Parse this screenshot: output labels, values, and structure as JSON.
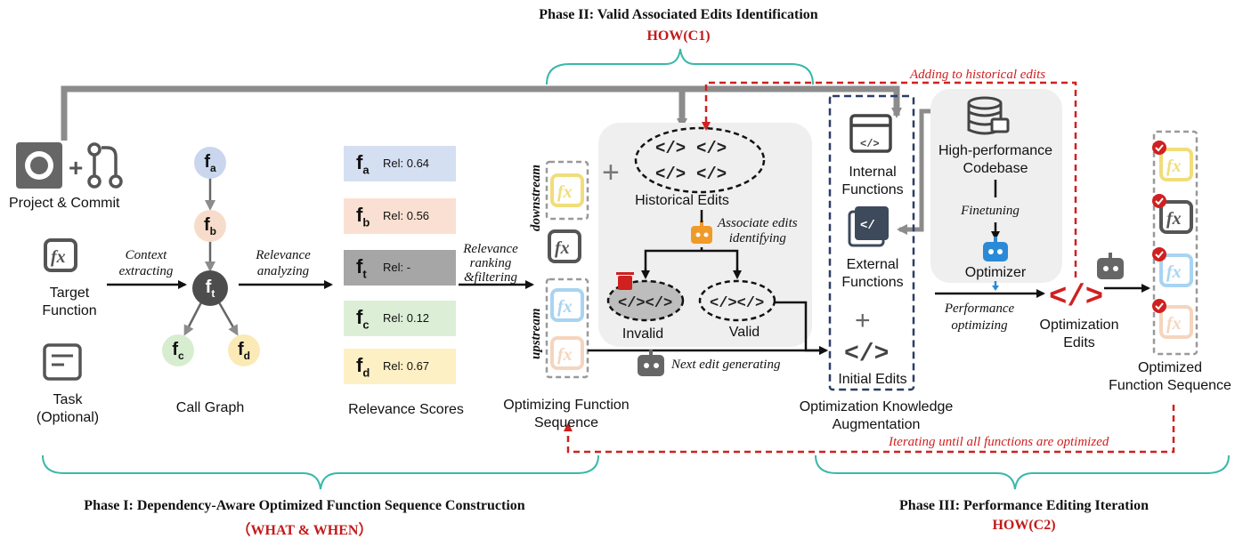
{
  "phase1": {
    "title": "Phase I: Dependency-Aware Optimized Function Sequence Construction",
    "tag": "（WHAT & WHEN）"
  },
  "phase2": {
    "title": "Phase II: Valid Associated Edits Identification",
    "tag": "HOW(C1)"
  },
  "phase3": {
    "title": "Phase III: Performance Editing Iteration",
    "tag": "HOW(C2)"
  },
  "inputs": {
    "project": "Project & Commit",
    "target": "Target\nFunction",
    "task": "Task\n(Optional)"
  },
  "call_graph": {
    "label": "Call Graph",
    "nodes": [
      {
        "id": "a",
        "text": "f",
        "sub": "a",
        "color": "#c9d6ee"
      },
      {
        "id": "b",
        "text": "f",
        "sub": "b",
        "color": "#f7dccb"
      },
      {
        "id": "t",
        "text": "f",
        "sub": "t",
        "color": "#4d4d4d"
      },
      {
        "id": "c",
        "text": "f",
        "sub": "c",
        "color": "#d7edcf"
      },
      {
        "id": "d",
        "text": "f",
        "sub": "d",
        "color": "#fbeab6"
      }
    ]
  },
  "relevance": {
    "label": "Relevance Scores",
    "rows": [
      {
        "sub": "a",
        "score": "Rel: 0.64",
        "color": "#d5dff2"
      },
      {
        "sub": "b",
        "score": "Rel: 0.56",
        "color": "#fae0d2"
      },
      {
        "sub": "t",
        "score": "Rel:  -",
        "color": "#a6a6a6"
      },
      {
        "sub": "c",
        "score": "Rel: 0.12",
        "color": "#dcefd6"
      },
      {
        "sub": "d",
        "score": "Rel: 0.67",
        "color": "#fdf0c4"
      }
    ]
  },
  "steps": {
    "context": "Context\nextracting",
    "relevance_analyzing": "Relevance\nanalyzing",
    "ranking": "Relevance\nranking\n&filtering",
    "associate": "Associate edits\nidentifying",
    "next_edit": "Next edit generating",
    "finetuning": "Finetuning",
    "perf_opt": "Performance\noptimizing",
    "adding": "Adding to historical edits",
    "iterating": "Iterating until all functions are optimized"
  },
  "sequence": {
    "label": "Optimizing Function\nSequence",
    "downstream": "downstream",
    "upstream": "upstream"
  },
  "edits": {
    "historical": "Historical Edits",
    "invalid": "Invalid",
    "valid": "Valid",
    "initial": "Initial Edits"
  },
  "knowledge": {
    "label": "Optimization Knowledge\nAugmentation",
    "internal": "Internal\nFunctions",
    "external": "External\nFunctions"
  },
  "codebase": {
    "label": "High-performance\nCodebase",
    "optimizer": "Optimizer"
  },
  "outputs": {
    "edits": "Optimization\nEdits",
    "sequence": "Optimized\nFunction Sequence"
  },
  "colors": {
    "teal": "#3ab8a8",
    "red": "#d02020",
    "gray": "#8c8c8c",
    "navy": "#2c3e66",
    "orange": "#f09a2a",
    "blue": "#2a8ad8"
  },
  "icons": [
    "github-icon",
    "commit-icon",
    "function-icon",
    "task-icon",
    "code-icon",
    "robot-icon",
    "database-icon",
    "trash-icon",
    "check-icon"
  ]
}
